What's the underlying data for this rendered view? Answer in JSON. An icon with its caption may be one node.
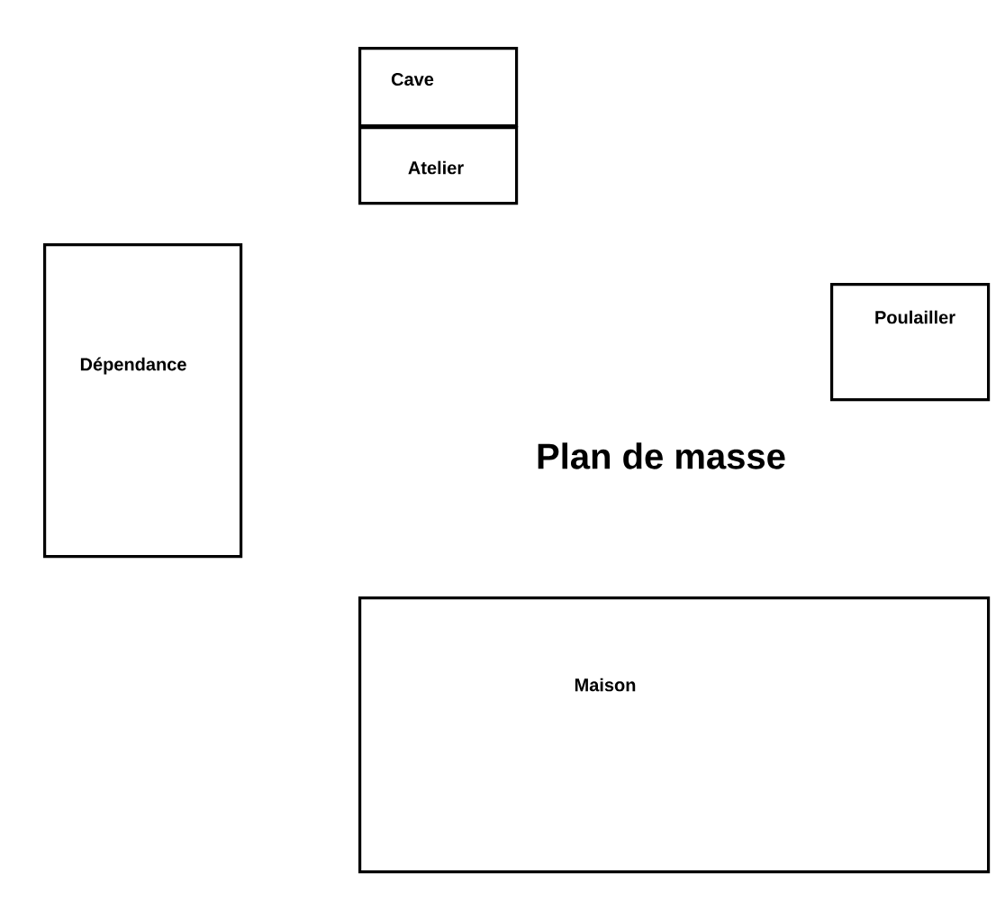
{
  "diagram": {
    "title": "Plan de masse",
    "nodes": [
      {
        "text": [
          "Cave"
        ]
      },
      {
        "text": [
          "Atelier"
        ]
      },
      {
        "text": [
          "Dépendance"
        ]
      },
      {
        "text": [
          "Poulailler"
        ]
      },
      {
        "text": [
          "Maison"
        ]
      }
    ]
  }
}
